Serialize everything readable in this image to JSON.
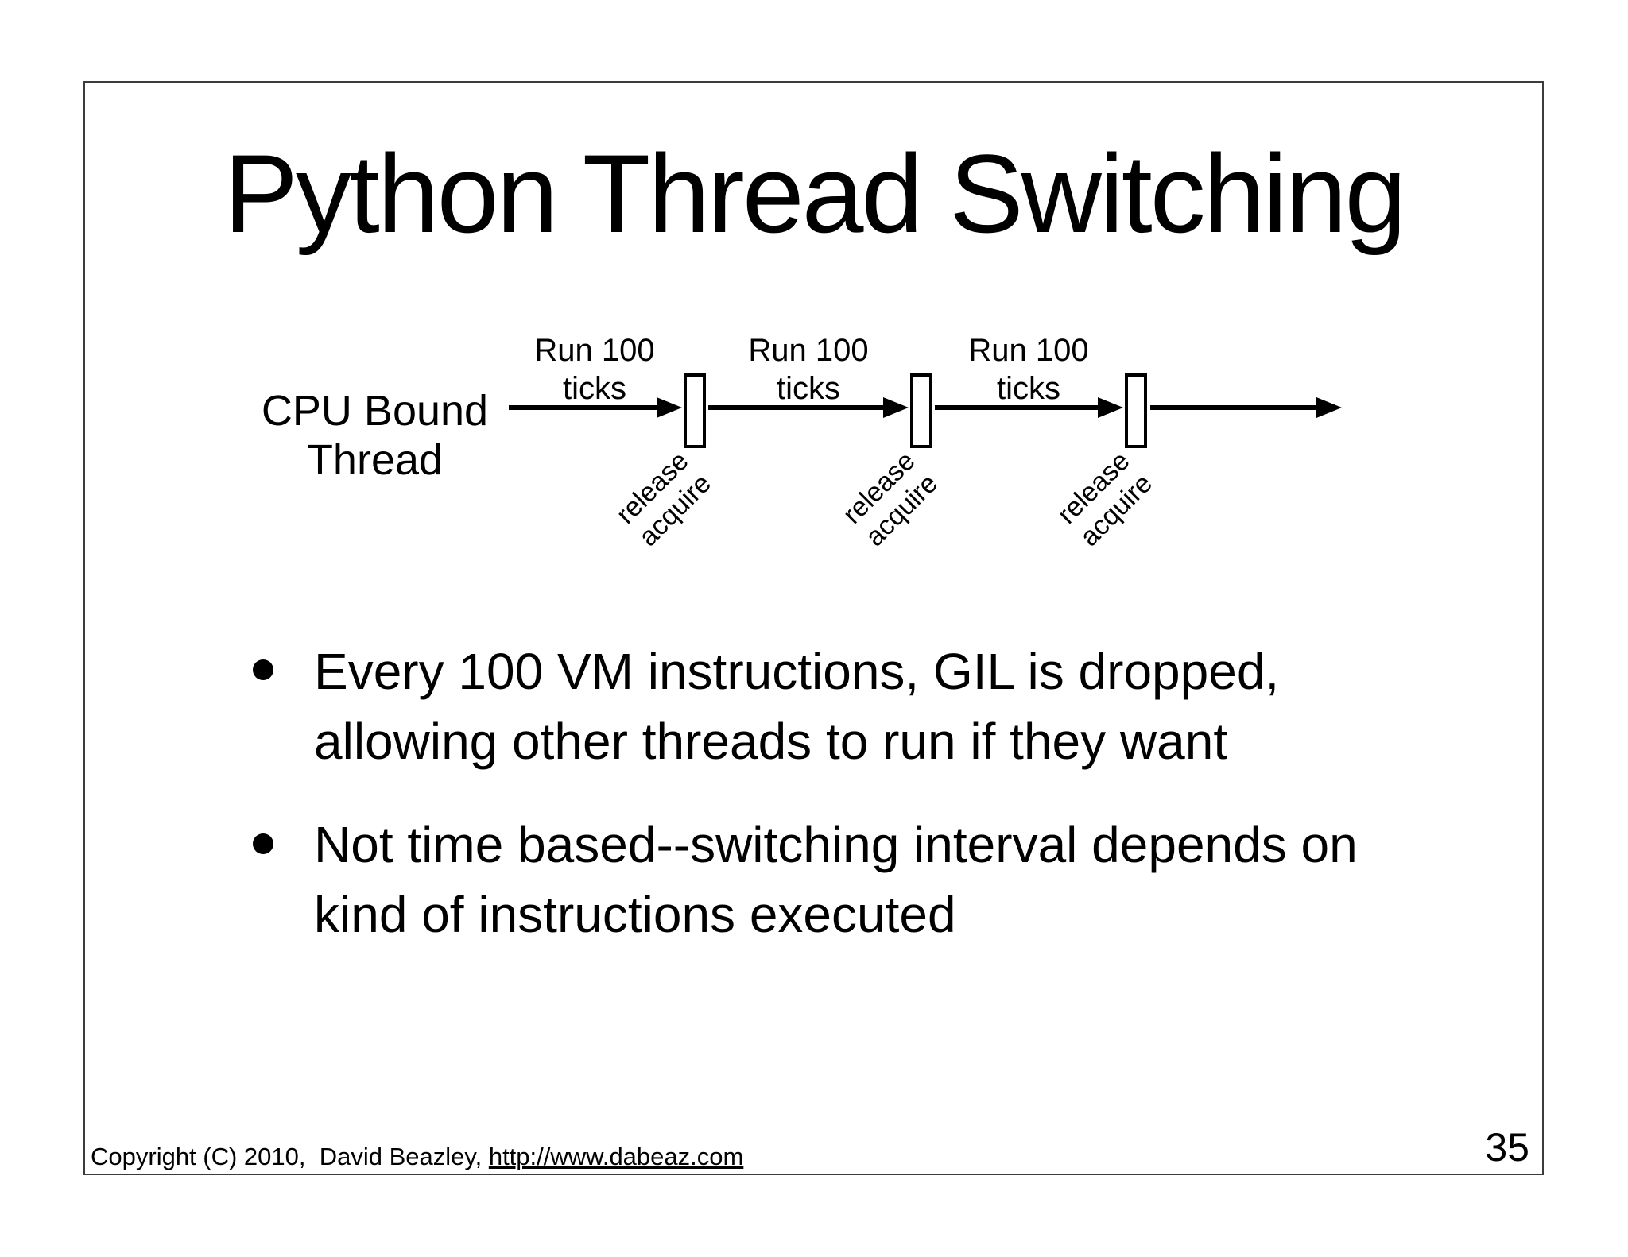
{
  "slide": {
    "title": "Python Thread Switching",
    "diagram": {
      "thread_label_line1": "CPU Bound",
      "thread_label_line2": "Thread",
      "run_labels": [
        {
          "line1": "Run 100",
          "line2": "ticks"
        },
        {
          "line1": "Run 100",
          "line2": "ticks"
        },
        {
          "line1": "Run 100",
          "line2": "ticks"
        }
      ],
      "gates": [
        {
          "label_line1": "release",
          "label_line2": "acquire"
        },
        {
          "label_line1": "release",
          "label_line2": "acquire"
        },
        {
          "label_line1": "release",
          "label_line2": "acquire"
        }
      ]
    },
    "bullets": [
      {
        "line1": "Every 100 VM instructions, GIL is dropped,",
        "line2": "allowing other threads to run if they want"
      },
      {
        "line1": "Not time based--switching interval depends on",
        "line2": "kind of instructions executed"
      }
    ],
    "footer": {
      "copyright": "Copyright (C) 2010,  David Beazley, ",
      "link": "http://www.dabeaz.com"
    },
    "page_number": "35",
    "colors": {
      "background": "#ffffff",
      "text": "#000000",
      "frame_border": "#3c3c3c"
    }
  }
}
